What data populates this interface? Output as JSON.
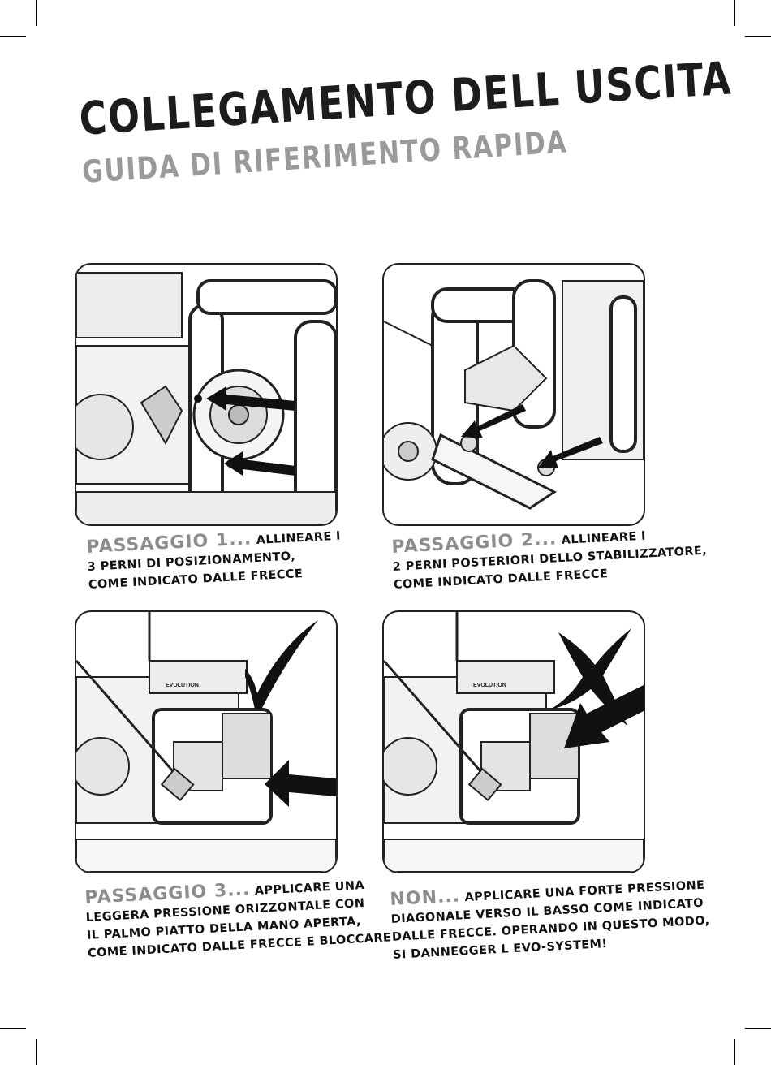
{
  "heading": {
    "title": "COLLEGAMENTO DELL USCITA",
    "subtitle": "GUIDA DI RIFERIMENTO RAPIDA"
  },
  "steps": [
    {
      "lead": "PASSAGGIO 1...",
      "lines": [
        "ALLINEARE I",
        "3 PERNI DI POSIZIONAMENTO,",
        "COME INDICATO DALLE FRECCE"
      ]
    },
    {
      "lead": "PASSAGGIO 2...",
      "lines": [
        "ALLINEARE I",
        "2 PERNI POSTERIORI DELLO STABILIZZATORE,",
        "COME INDICATO DALLE FRECCE"
      ]
    },
    {
      "lead": "PASSAGGIO 3...",
      "lines": [
        "APPLICARE UNA",
        "LEGGERA PRESSIONE ORIZZONTALE CON",
        "IL PALMO PIATTO DELLA MANO APERTA,",
        "COME INDICATO DALLE FRECCE E BLOCCARE"
      ]
    },
    {
      "lead": "NON...",
      "lines": [
        "APPLICARE UNA FORTE PRESSIONE",
        "DIAGONALE VERSO IL BASSO COME INDICATO",
        "DALLE FRECCE. OPERANDO IN QUESTO MODO,",
        "SI DANNEGGER L EVO-SYSTEM!"
      ]
    }
  ],
  "figures": {
    "brand_label_3": "EVOLUTION",
    "brand_label_4": "EVOLUTION",
    "correct_mark_icon": "check-icon",
    "wrong_mark_icon": "cross-icon"
  }
}
